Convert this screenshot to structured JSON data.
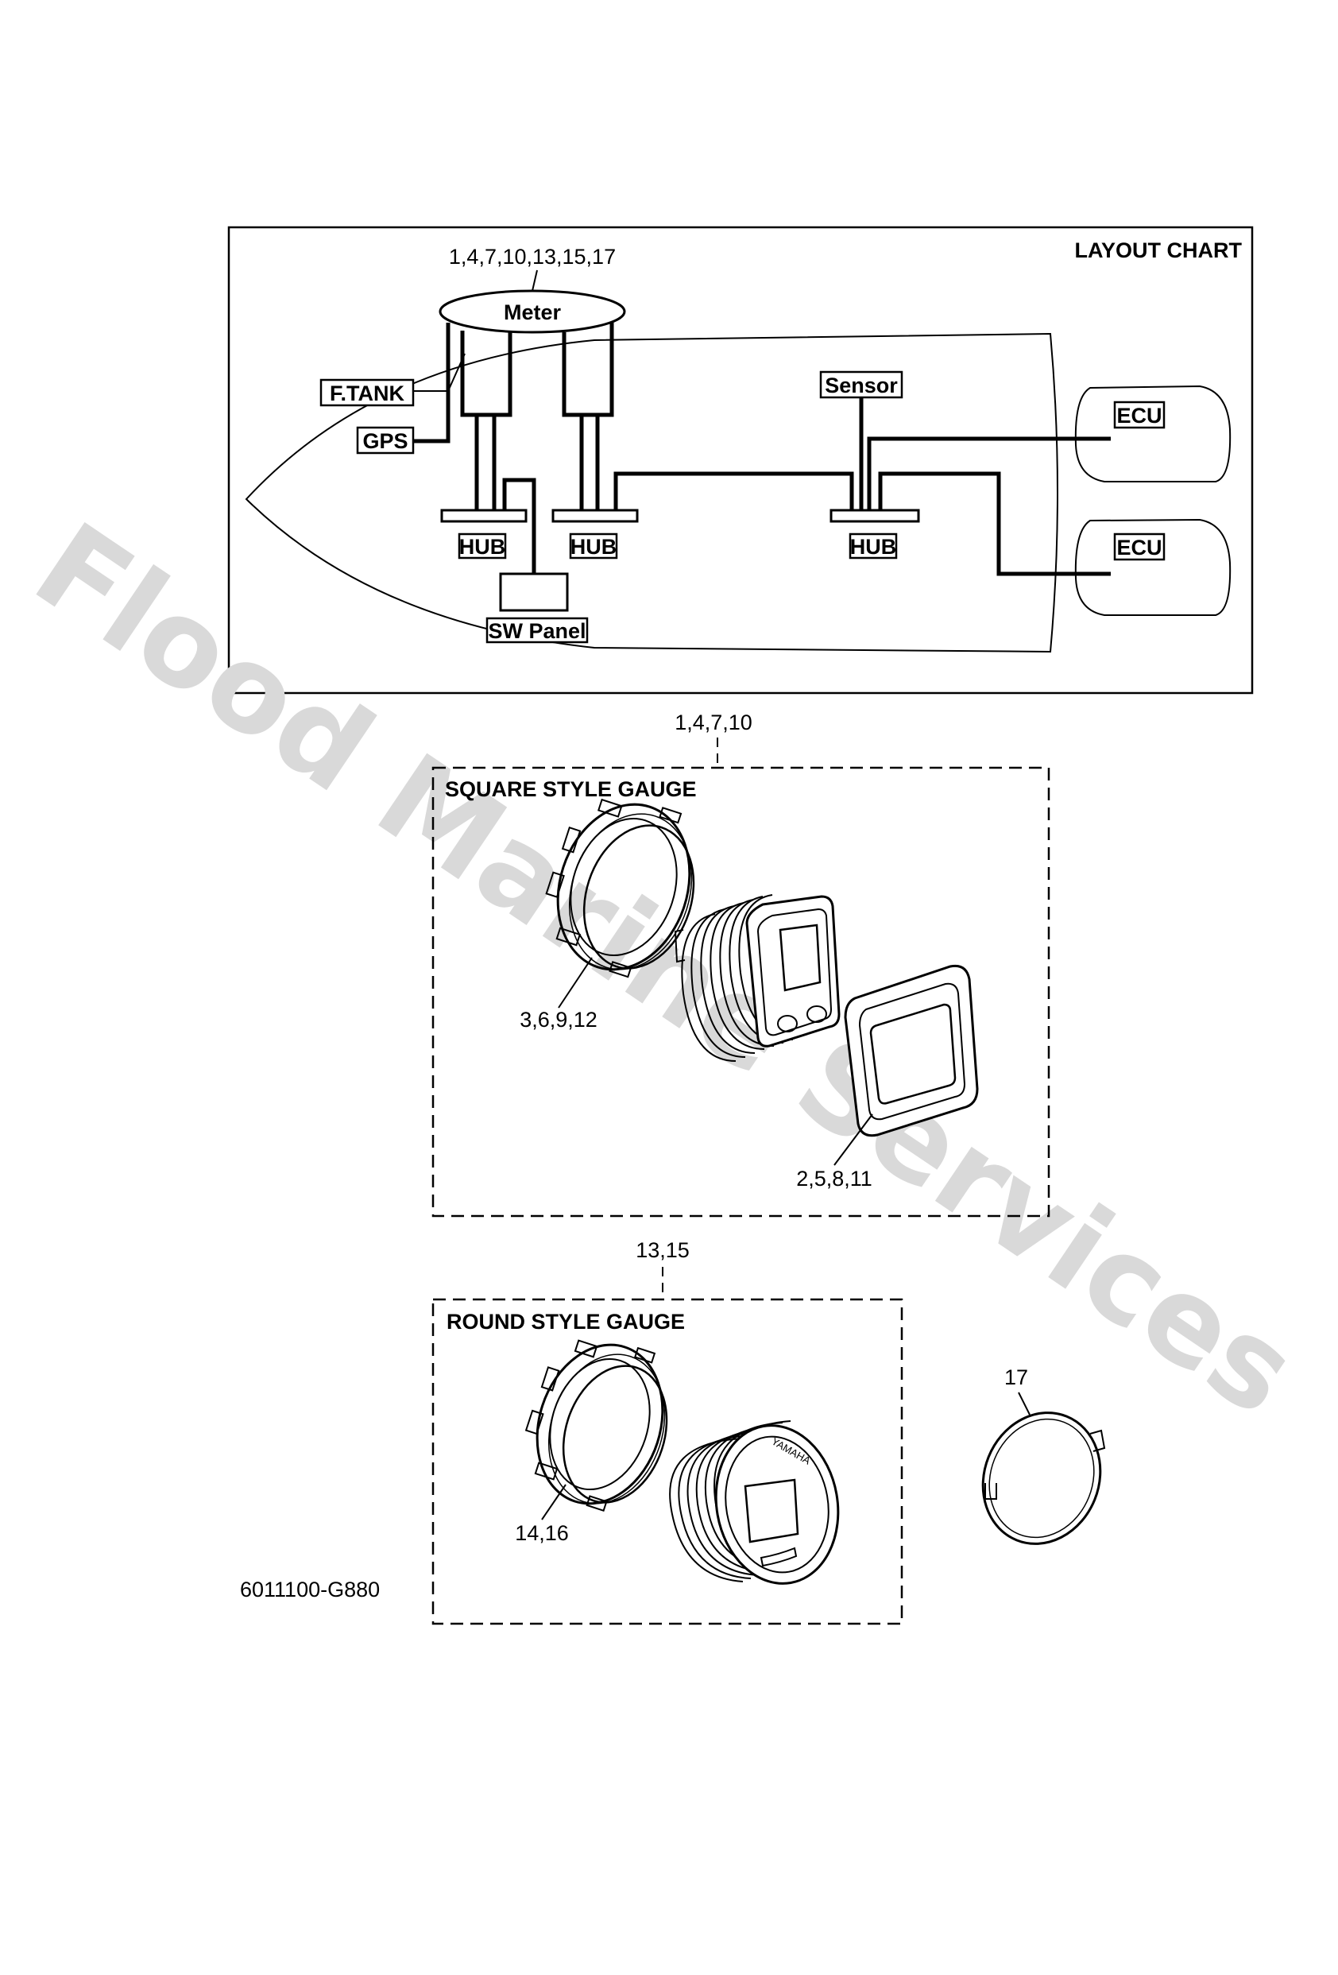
{
  "watermark": "Flood Marine Services",
  "layout_chart": {
    "title": "LAYOUT CHART",
    "meter_refs": "1,4,7,10,13,15,17",
    "meter": "Meter",
    "fuel_tank": "F.TANK",
    "gps": "GPS",
    "sensor": "Sensor",
    "hub": "HUB",
    "ecu": "ECU",
    "sw_panel": "SW Panel"
  },
  "square_gauge": {
    "refs": "1,4,7,10",
    "title": "SQUARE STYLE GAUGE",
    "nut_refs": "3,6,9,12",
    "gasket_refs": "2,5,8,11"
  },
  "round_gauge": {
    "refs": "13,15",
    "title": "ROUND STYLE GAUGE",
    "nut_refs": "14,16",
    "brand": "YAMAHA"
  },
  "ring": {
    "refs": "17"
  },
  "drawing_code": "6011100-G880"
}
